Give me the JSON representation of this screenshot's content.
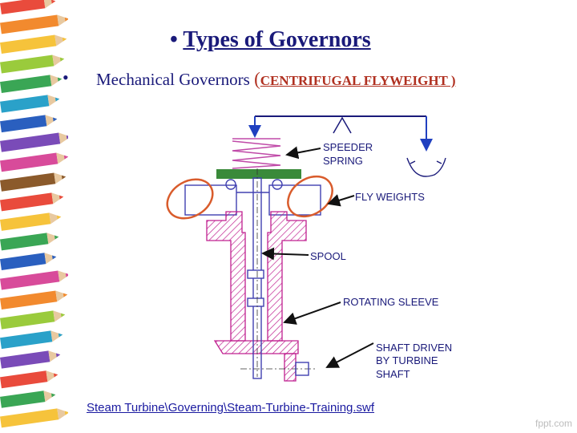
{
  "slide": {
    "title_bullet": "•",
    "title": "Types of Governors",
    "subtitle_bullet": "•",
    "subtitle_text": "Mechanical Governors",
    "subtitle_open_paren": "(",
    "subtitle_highlight": "CENTRIFUGAL FLYWEIGHT )",
    "link_text": "Steam Turbine\\Governing\\Steam-Turbine-Training.swf",
    "watermark": "fppt.com"
  },
  "diagram": {
    "labels": {
      "speeder_spring_1": "SPEEDER",
      "speeder_spring_2": "SPRING",
      "fly_weights": "FLY WEIGHTS",
      "spool": "SPOOL",
      "rotating_sleeve": "ROTATING SLEEVE",
      "shaft_1": "SHAFT DRIVEN",
      "shaft_2": "BY TURBINE",
      "shaft_3": "SHAFT"
    }
  },
  "colors": {
    "title": "#1a1a7a",
    "highlight": "#b03020",
    "spring": "#c04aa8",
    "plate": "#3a8a3a",
    "hatch": "#c02090",
    "ellipse": "#d95c2c",
    "structure": "#4040b0"
  }
}
